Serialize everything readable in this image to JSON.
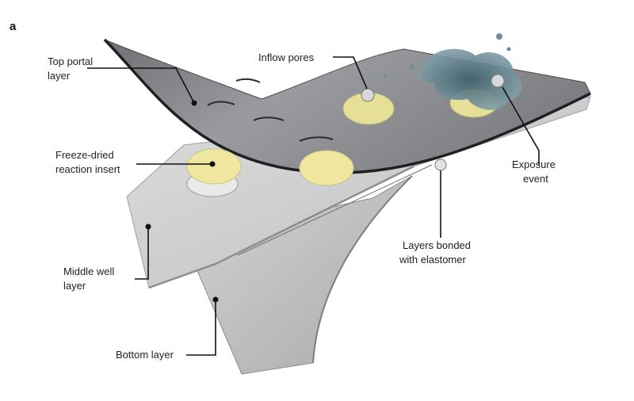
{
  "panel_label": "a",
  "labels": {
    "top_portal": [
      "Top portal",
      "layer"
    ],
    "inflow_pores": "Inflow pores",
    "freeze_dried": [
      "Freeze-dried",
      "reaction insert"
    ],
    "exposure": [
      "Exposure",
      "event"
    ],
    "bonded": [
      "Layers bonded",
      "with elastomer"
    ],
    "middle_well": [
      "Middle well",
      "layer"
    ],
    "bottom_layer": "Bottom layer"
  },
  "colors": {
    "top_layer": "#8f9093",
    "middle_layer": "#cfd0d1",
    "bottom_layer": "#c4c5c6",
    "insert_yellow": "#efe7a0",
    "splash": "#5e7f8a"
  }
}
